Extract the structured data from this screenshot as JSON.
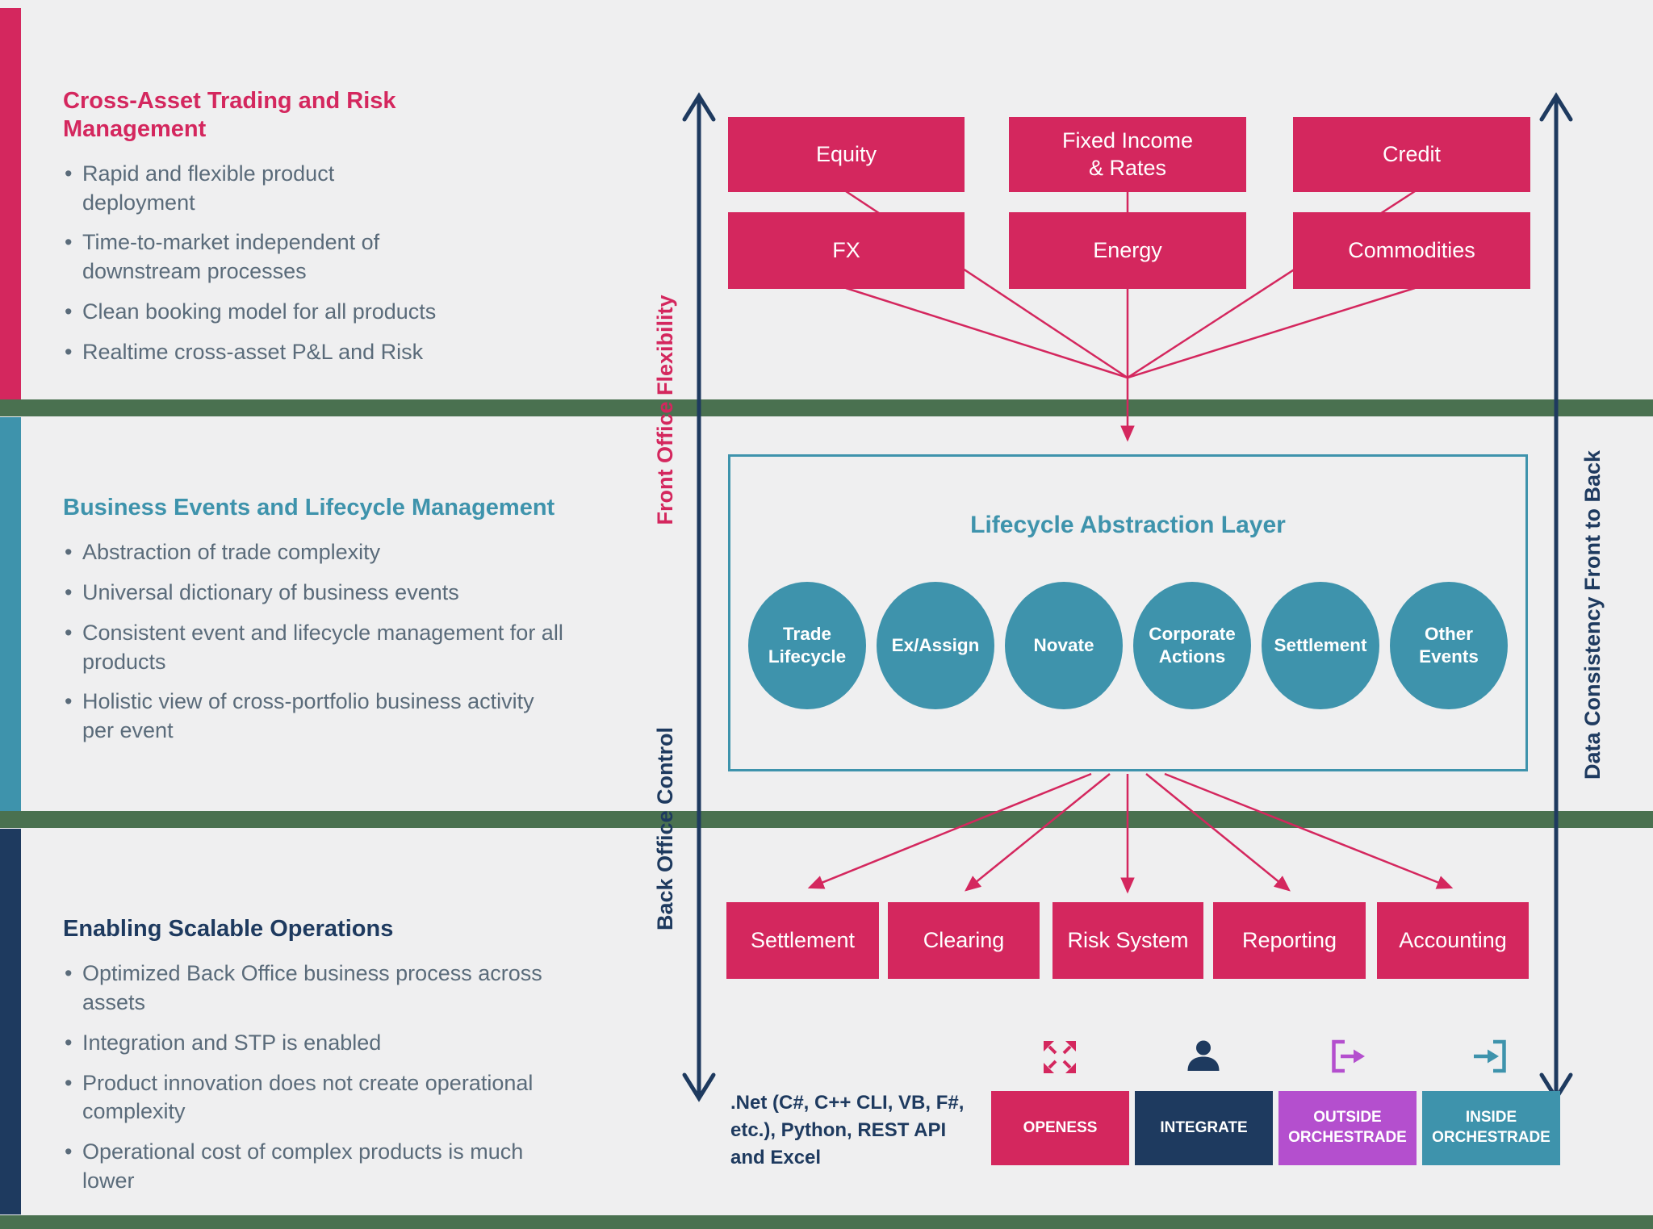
{
  "colors": {
    "pink": "#d4275e",
    "teal": "#3e93ac",
    "navy": "#1e3a5f",
    "green": "#4a7150",
    "purple": "#b44fce",
    "body_text": "#5a6b7a",
    "background": "#efeff0"
  },
  "sections": [
    {
      "title": "Cross-Asset Trading and Risk Management",
      "bullets": [
        "Rapid and flexible product deployment",
        "Time-to-market independent of downstream processes",
        "Clean booking model for all products",
        "Realtime cross-asset P&L and Risk"
      ]
    },
    {
      "title": "Business Events and Lifecycle Management",
      "bullets": [
        "Abstraction of trade complexity",
        "Universal dictionary of business events",
        "Consistent event and lifecycle management for all products",
        "Holistic view of cross-portfolio business activity per event"
      ]
    },
    {
      "title": "Enabling Scalable Operations",
      "bullets": [
        "Optimized Back Office business process across assets",
        "Integration and STP is enabled",
        "Product innovation does not create operational complexity",
        "Operational cost of complex products is much lower"
      ]
    }
  ],
  "axes": {
    "front_office": "Front Office Flexibility",
    "back_office": "Back Office Control",
    "data_consistency": "Data Consistency Front to Back"
  },
  "assets": [
    "Equity",
    "Fixed Income & Rates",
    "Credit",
    "FX",
    "Energy",
    "Commodities"
  ],
  "lifecycle": {
    "title": "Lifecycle Abstraction Layer",
    "events": [
      "Trade Lifecycle",
      "Ex/Assign",
      "Novate",
      "Corporate Actions",
      "Settlement",
      "Other Events"
    ]
  },
  "downstream": [
    "Settlement",
    "Clearing",
    "Risk System",
    "Reporting",
    "Accounting"
  ],
  "footer": {
    "tech_text": ".Net (C#, C++ CLI, VB, F#, etc.), Python, REST API and Excel",
    "icons": [
      "expand-icon",
      "user-icon",
      "export-icon",
      "import-icon"
    ],
    "buttons": [
      {
        "label": "OPENESS",
        "color": "#d4275e"
      },
      {
        "label": "INTEGRATE",
        "color": "#1e3a5f"
      },
      {
        "label": "OUTSIDE ORCHESTRADE",
        "color": "#b44fce"
      },
      {
        "label": "INSIDE ORCHESTRADE",
        "color": "#3e93ac"
      }
    ]
  }
}
